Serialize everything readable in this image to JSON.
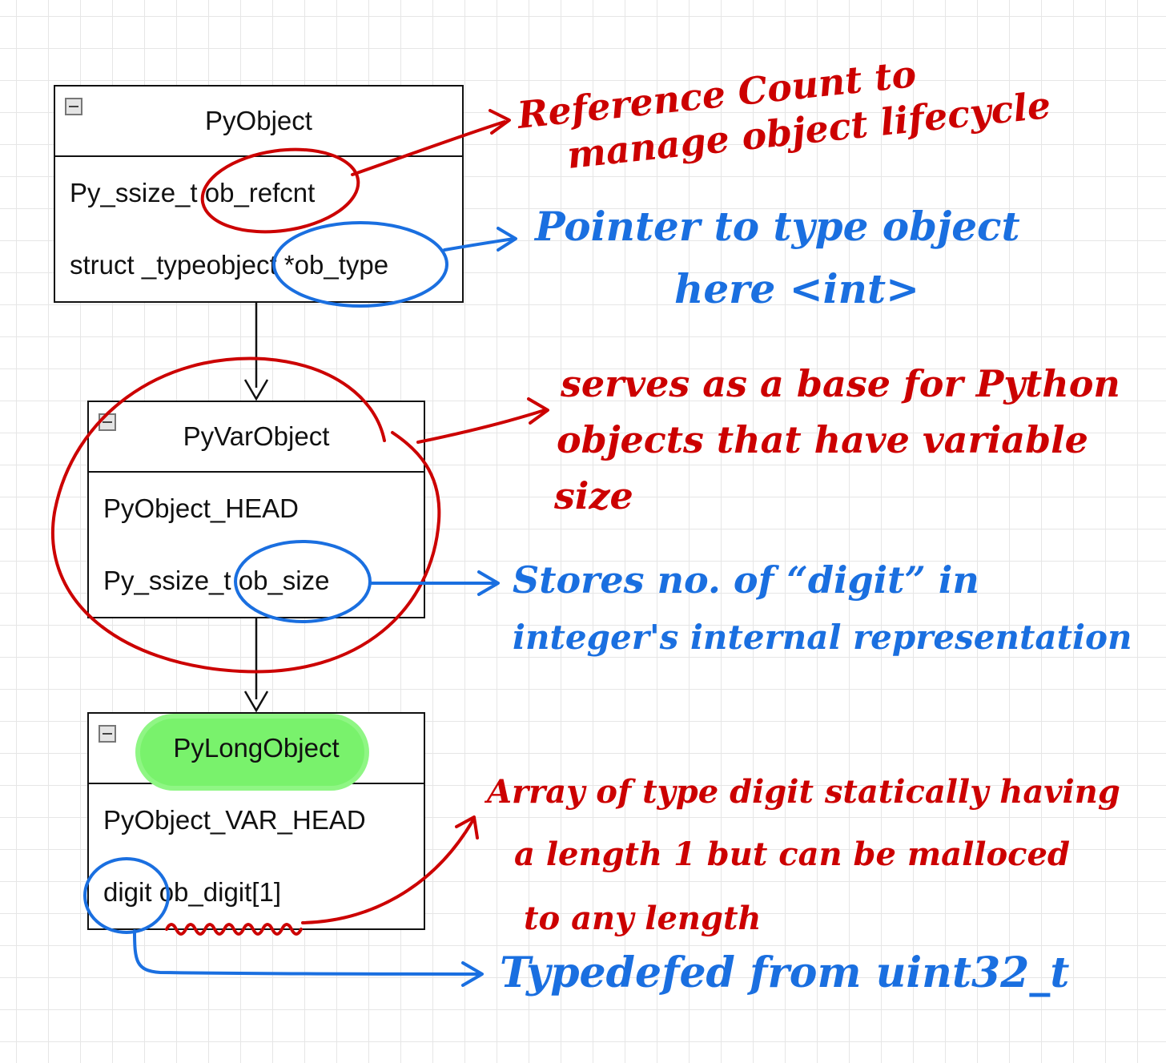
{
  "classes": [
    {
      "name": "PyObject",
      "fields": [
        "Py_ssize_t ob_refcnt",
        "struct _typeobject *ob_type"
      ]
    },
    {
      "name": "PyVarObject",
      "fields": [
        "PyObject_HEAD",
        "Py_ssize_t ob_size"
      ]
    },
    {
      "name": "PyLongObject",
      "fields": [
        "PyObject_VAR_HEAD",
        "digit ob_digit[1]"
      ]
    }
  ],
  "annotations": {
    "refcnt": [
      "Reference Count to",
      "manage object lifecycle"
    ],
    "ob_type": [
      "Pointer to type object",
      "here <int>"
    ],
    "varobject": [
      "serves as a base for Python",
      "objects that have variable",
      "size"
    ],
    "ob_size": [
      "Stores no. of “digit” in",
      "integer's internal representation"
    ],
    "ob_digit": [
      "Array of type digit statically having",
      "a length 1 but can be malloced",
      "to any length"
    ],
    "digit": [
      "Typedefed from uint32_t"
    ]
  },
  "colors": {
    "red_ink": "#cc0000",
    "blue_ink": "#1a6fe0",
    "highlight": "#79f26c",
    "grid": "#e6e6e6"
  }
}
